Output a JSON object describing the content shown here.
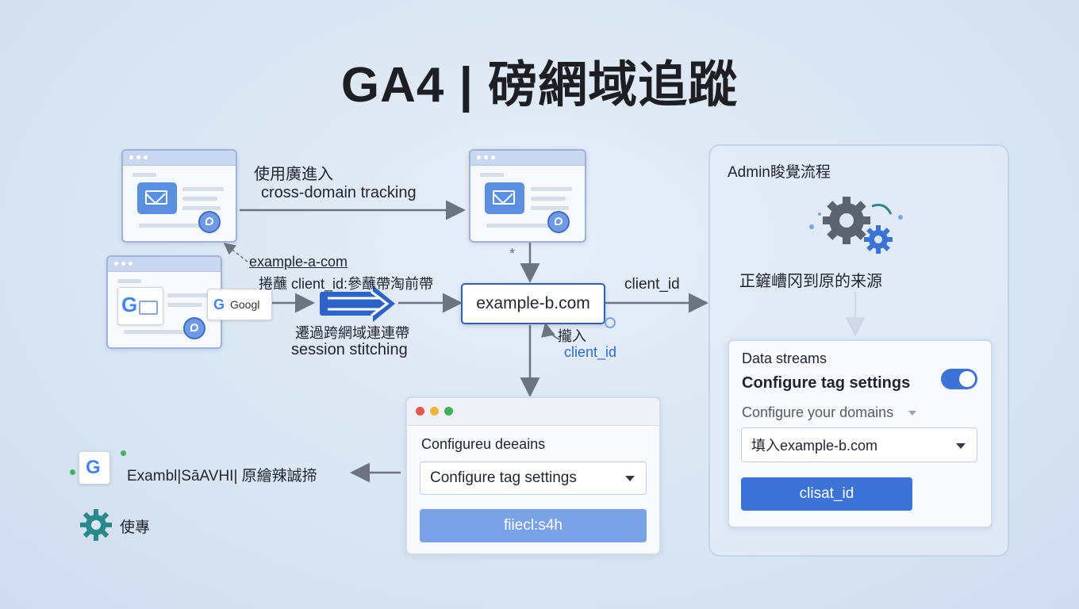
{
  "title": "GA4 | 磅網域追蹤",
  "left_flow": {
    "top_label_1": "使用廣進入",
    "top_label_2": "cross-domain tracking",
    "domain_a": "example-a-com",
    "param_label": "捲蘸  client_id:參蘸帶淘前帶",
    "google_chip": "Googl",
    "stitch_label_1": "遷過跨網域連連帶",
    "stitch_label_2": "session stitching",
    "domain_b": "example-b.com",
    "join_label": "攏入",
    "join_client": "client_id",
    "client_id_arrow": "client_id",
    "asterisk": "*"
  },
  "config_window": {
    "heading": "Configureu deeains",
    "select_value": "Configure tag settings",
    "button_label": "fiiecl:s4h"
  },
  "bottom_left": {
    "example_text": "Exambl|SāAVHI| 原繪辣誠揥",
    "gear_text": "使專"
  },
  "admin_panel": {
    "heading": "Admin睃覺流程",
    "desc": "正鏟嶆冈到原的来源",
    "data_streams": "Data streams",
    "configure_tag": "Configure tag settings",
    "toggle_on": true,
    "configure_domains": "Configure your domains",
    "domain_input": "填入example-b.com",
    "button_label": "clisat_id"
  },
  "colors": {
    "accent_blue": "#3b74d6",
    "arrow_gray": "#6c7482",
    "arrow_blue": "#2b63c9",
    "button_light": "#6f9be6",
    "background": "#dde7f4"
  }
}
